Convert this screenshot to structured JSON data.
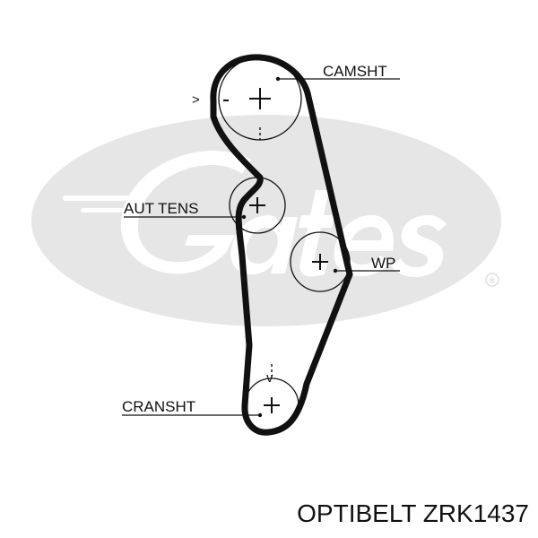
{
  "diagram": {
    "labels": {
      "camshaft": "CAMSHT",
      "tensioner": "AUT TENS",
      "water_pump": "WP",
      "crankshaft": "CRANSHT"
    },
    "timing_mark_arrow": ">",
    "timing_mark_down": "v"
  },
  "watermark": {
    "brand": "Gates",
    "registered": "®"
  },
  "footer": {
    "part_title": "OPTIBELT ZRK1437"
  },
  "colors": {
    "belt": "#111111",
    "watermark": "#e6e6e6",
    "text": "#111111"
  }
}
